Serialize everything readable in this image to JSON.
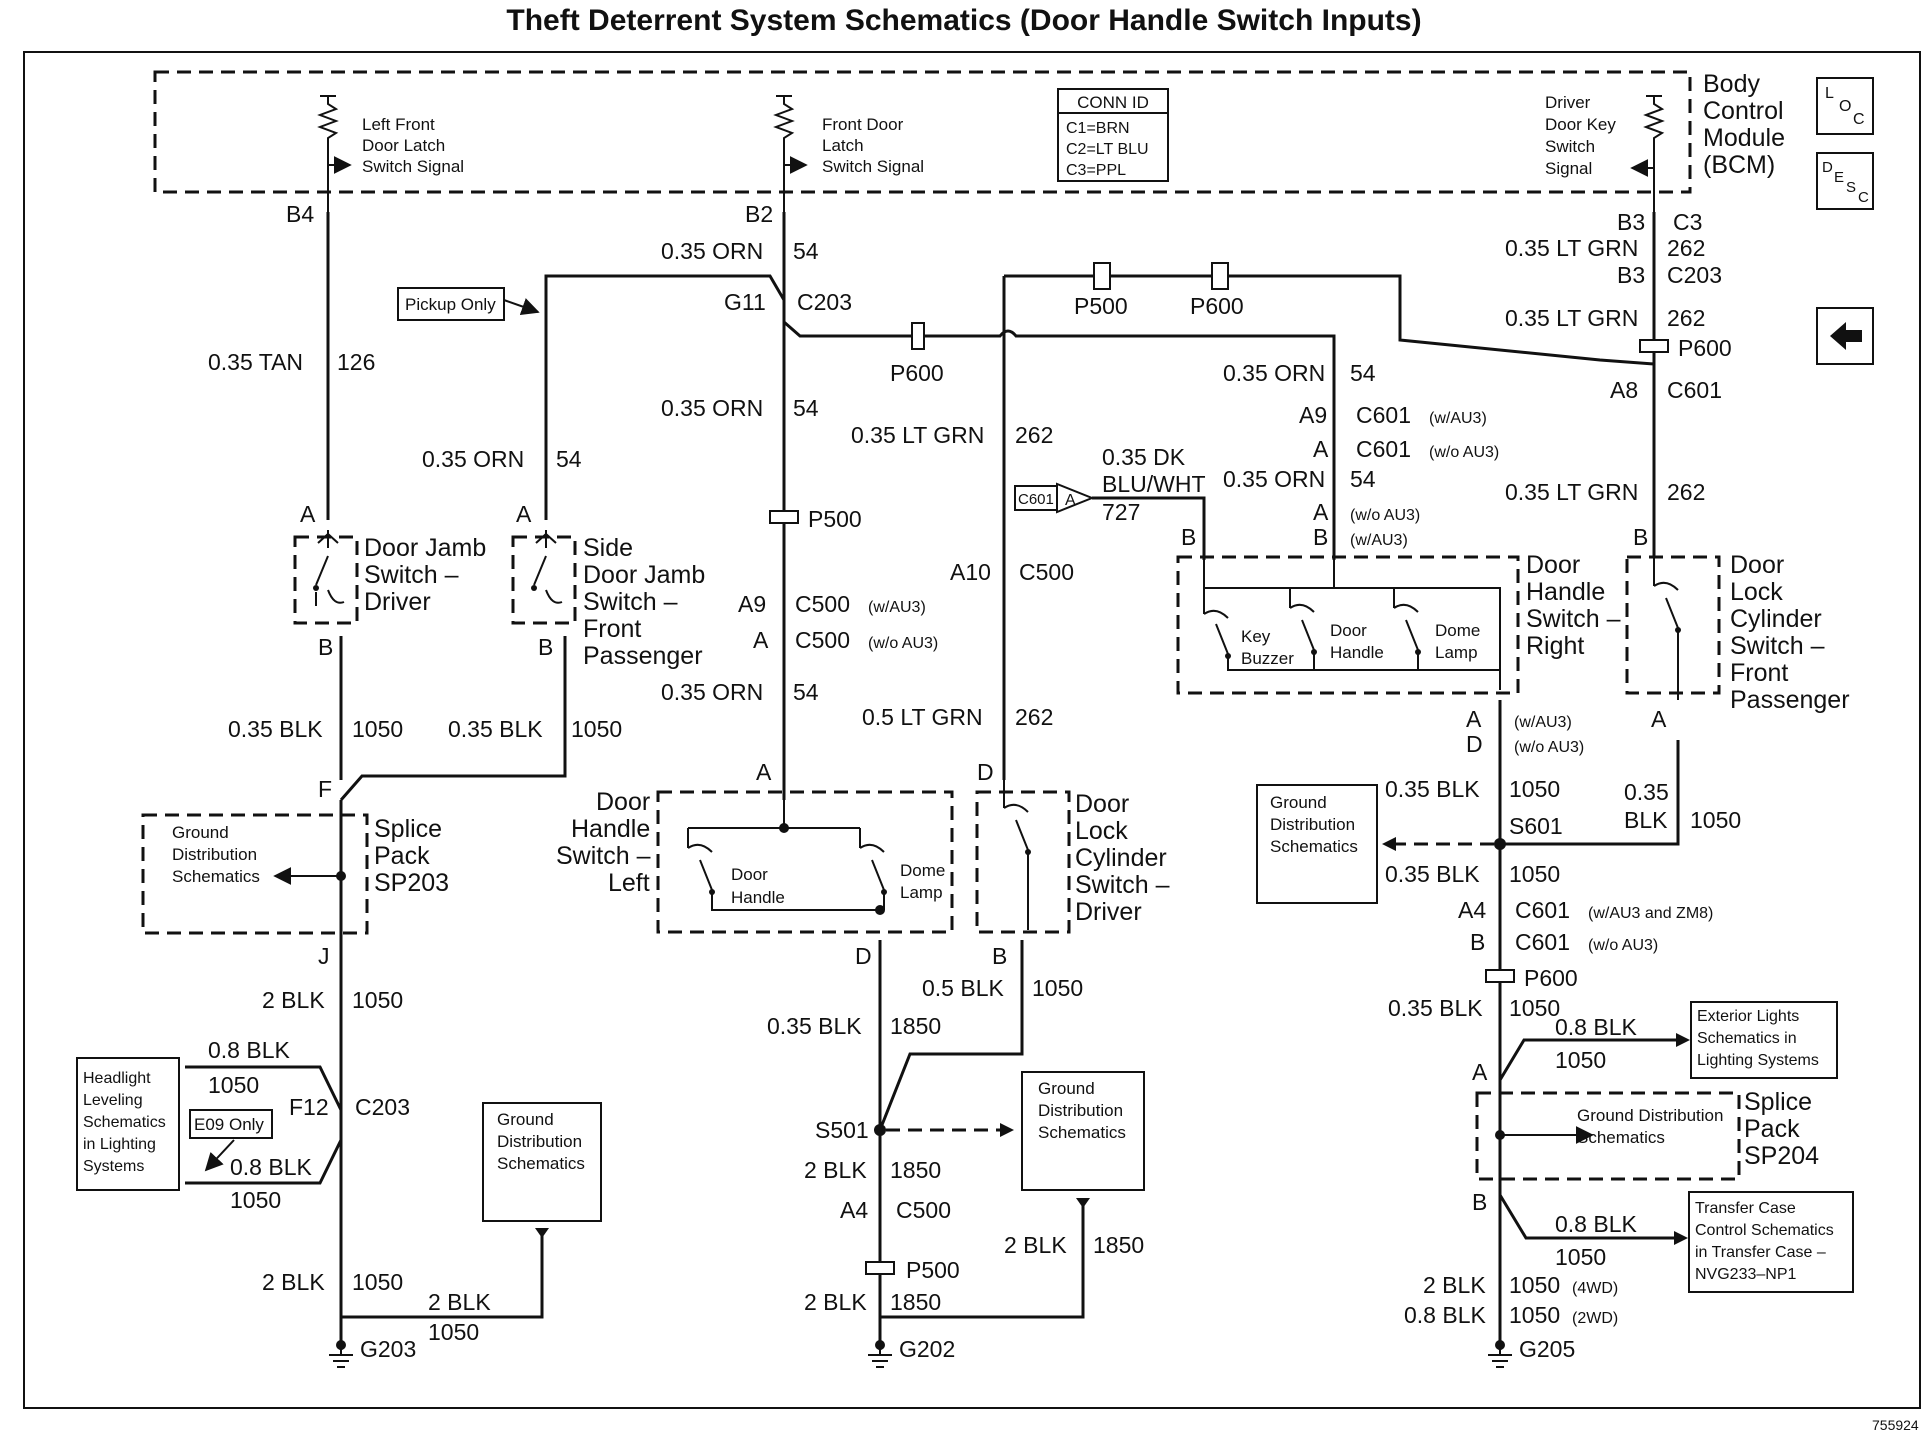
{
  "page": {
    "title": "Theft Deterrent System Schematics (Door Handle Switch Inputs)",
    "figure_number": "755924"
  },
  "icons": {
    "loc": "loc-icon",
    "desc": "desc-icon",
    "back": "back-arrow-icon"
  },
  "icon_text": {
    "loc_l": "L",
    "loc_o": "O",
    "loc_c": "C",
    "desc_d": "D",
    "desc_e": "E",
    "desc_s": "S",
    "desc_c": "C"
  },
  "bcm": {
    "label": [
      "Body",
      "Control",
      "Module",
      "(BCM)"
    ],
    "sig_left": [
      "Left Front",
      "Door Latch",
      "Switch Signal"
    ],
    "sig_mid": [
      "Front Door",
      "Latch",
      "Switch Signal"
    ],
    "sig_right": [
      "Driver",
      "Door Key",
      "Switch",
      "Signal"
    ],
    "pin_b4": "B4",
    "pin_b2": "B2",
    "pin_b3": "B3",
    "pin_c3": "C3"
  },
  "conn_id": {
    "title": "CONN ID",
    "lines": [
      "C1=BRN",
      "C2=LT BLU",
      "C3=PPL"
    ]
  },
  "wires": {
    "w_035_tan": "0.35 TAN",
    "c126": "126",
    "w_035_orn": "0.35 ORN",
    "c54": "54",
    "w_035_ltgrn": "0.35 LT GRN",
    "c262": "262",
    "w_035_dkblu_1": "0.35 DK",
    "w_035_dkblu_2": "BLU/WHT",
    "c727": "727",
    "w_035_blk": "0.35 BLK",
    "w_035": "0.35",
    "w_blk": "BLK",
    "c1050": "1050",
    "w_2_blk": "2 BLK",
    "w_08_blk": "0.8 BLK",
    "w_05_blk": "0.5 BLK",
    "w_05_ltgrn": "0.5 LT GRN",
    "c1850": "1850",
    "c1050_4wd": "1050",
    "tag_4wd": "(4WD)",
    "c1050_2wd": "1050",
    "tag_2wd": "(2WD)"
  },
  "connectors": {
    "c203": "C203",
    "c500": "C500",
    "c601": "C601",
    "p500": "P500",
    "p600": "P600",
    "g11": "G11",
    "a": "A",
    "b": "B",
    "d": "D",
    "f": "F",
    "j": "J",
    "a4": "A4",
    "a8": "A8",
    "a9": "A9",
    "a10": "A10",
    "f12": "F12",
    "w_au3": "(w/AU3)",
    "wo_au3": "(w/o AU3)",
    "w_au3_zm8": "(w/AU3 and ZM8)"
  },
  "components": {
    "pickup_only": "Pickup Only",
    "e09_only": "E09 Only",
    "door_jamb_driver": [
      "Door Jamb",
      "Switch –",
      "Driver"
    ],
    "side_door_jamb": [
      "Side",
      "Door Jamb",
      "Switch –",
      "Front",
      "Passenger"
    ],
    "door_handle_left": [
      "Door",
      "Handle",
      "Switch –",
      "Left"
    ],
    "door_lock_driver": [
      "Door",
      "Lock",
      "Cylinder",
      "Switch –",
      "Driver"
    ],
    "door_handle_right": [
      "Door",
      "Handle",
      "Switch –",
      "Right"
    ],
    "door_lock_passenger": [
      "Door",
      "Lock",
      "Cylinder",
      "Switch –",
      "Front",
      "Passenger"
    ],
    "door_handle_contact": [
      "Door",
      "Handle"
    ],
    "dome_lamp_contact": [
      "Dome",
      "Lamp"
    ],
    "key_buzzer": [
      "Key",
      "Buzzer"
    ],
    "splice_sp203": [
      "Splice",
      "Pack",
      "SP203"
    ],
    "splice_sp204": [
      "Splice",
      "Pack",
      "SP204"
    ],
    "s501": "S501",
    "s601": "S601",
    "g202": "G202",
    "g203": "G203",
    "g205": "G205"
  },
  "refs": {
    "ground_dist": [
      "Ground",
      "Distribution",
      "Schematics"
    ],
    "ground_dist_inline": [
      "Ground Distribution",
      "Schematics"
    ],
    "headlight_leveling": [
      "Headlight",
      "Leveling",
      "Schematics",
      "in Lighting",
      "Systems"
    ],
    "exterior_lights": [
      "Exterior Lights",
      "Schematics in",
      "Lighting Systems"
    ],
    "transfer_case": [
      "Transfer Case",
      "Control Schematics",
      "in Transfer Case –",
      "NVG233–NP1"
    ]
  }
}
